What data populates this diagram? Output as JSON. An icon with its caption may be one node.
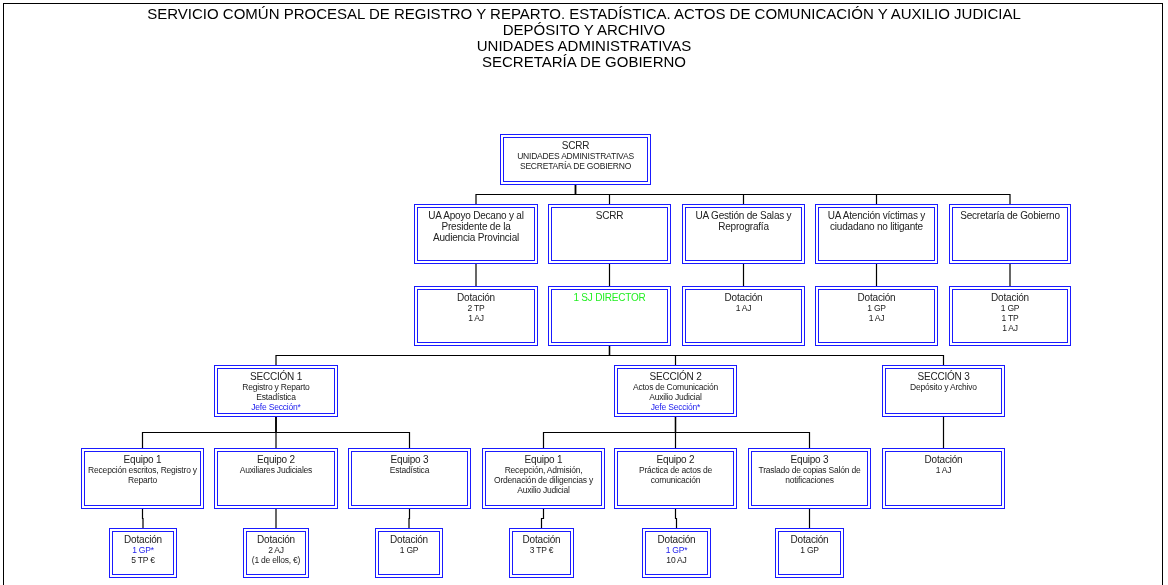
{
  "diagram": {
    "title": "SERVICIO COMÚN PROCESAL DE REGISTRO Y REPARTO. ESTADÍSTICA. ACTOS DE COMUNICACIÓN Y AUXILIO JUDICIAL",
    "labels": [
      "DEPÓSITO Y ARCHIVO",
      "UNIDADES ADMINISTRATIVAS",
      "SECRETARÍA DE GOBIERNO"
    ],
    "nodes": [
      {
        "text": [
          "SCRR",
          "UNIDADES ADMINISTRATIVAS SECRETARÍA DE GOBIERNO"
        ]
      },
      {
        "text": [
          "UA Apoyo Decano y al Presidente de la Audiencia Provincial"
        ]
      },
      {
        "text": [
          "SCRR"
        ]
      },
      {
        "text": [
          "UA Gestión de Salas y Reprografía"
        ]
      },
      {
        "text": [
          "UA Atención víctimas y ciudadano no litigante"
        ]
      },
      {
        "text": [
          "Secretaría de Gobierno"
        ]
      },
      {
        "text": [
          "Dotación",
          "2 TP",
          "1 AJ"
        ]
      },
      {
        "text": [
          "1 SJ DIRECTOR"
        ]
      },
      {
        "text": [
          "Dotación",
          "1 AJ"
        ]
      },
      {
        "text": [
          "Dotación",
          "1 GP",
          "1 AJ"
        ]
      },
      {
        "text": [
          "Dotación",
          "1 GP",
          "1 TP",
          "1 AJ"
        ]
      },
      {
        "text": [
          "SECCIÓN 1",
          "Registro y Reparto Estadística",
          "Jefe Sección*"
        ]
      },
      {
        "text": [
          "SECCIÓN 2",
          "Actos de Comunicación Auxilio Judicial",
          "Jefe Sección*"
        ]
      },
      {
        "text": [
          "SECCIÓN 3",
          "Depósito y Archivo"
        ]
      },
      {
        "text": [
          "Equipo 1",
          "Recepción escritos, Registro y Reparto"
        ]
      },
      {
        "text": [
          "Equipo 2",
          "Auxiliares Judiciales"
        ]
      },
      {
        "text": [
          "Equipo 3",
          "Estadística"
        ]
      },
      {
        "text": [
          "Equipo 1",
          "Recepción, Admisión, Ordenación de diligencias y Auxilio Judicial"
        ]
      },
      {
        "text": [
          "Equipo 2",
          "Práctica de actos de comunicación"
        ]
      },
      {
        "text": [
          "Equipo 3",
          "Traslado de copias Salón de notificaciones"
        ]
      },
      {
        "text": [
          "Dotación",
          "1 AJ"
        ]
      },
      {
        "text": [
          "Dotación",
          "1 GP*",
          "5 TP €"
        ]
      },
      {
        "text": [
          "Dotación",
          "2 AJ",
          "(1 de ellos, €)"
        ]
      },
      {
        "text": [
          "Dotación",
          "1 GP"
        ]
      },
      {
        "text": [
          "Dotación",
          "3 TP €"
        ]
      },
      {
        "text": [
          "Dotación",
          "1 GP*",
          "10 AJ"
        ]
      },
      {
        "text": [
          "Dotación",
          "1 GP"
        ]
      }
    ],
    "edges": [
      {
        "from": 0,
        "to": 1,
        "arrow": "none"
      },
      {
        "from": 0,
        "to": 2,
        "arrow": "none"
      },
      {
        "from": 0,
        "to": 3,
        "arrow": "none"
      },
      {
        "from": 0,
        "to": 4,
        "arrow": "none"
      },
      {
        "from": 0,
        "to": 5,
        "arrow": "none"
      },
      {
        "from": 1,
        "to": 6,
        "arrow": "none"
      },
      {
        "from": 2,
        "to": 7,
        "arrow": "none"
      },
      {
        "from": 3,
        "to": 8,
        "arrow": "none"
      },
      {
        "from": 4,
        "to": 9,
        "arrow": "none"
      },
      {
        "from": 5,
        "to": 10,
        "arrow": "none"
      },
      {
        "from": 7,
        "to": 11,
        "arrow": "none"
      },
      {
        "from": 7,
        "to": 12,
        "arrow": "none"
      },
      {
        "from": 7,
        "to": 13,
        "arrow": "none"
      },
      {
        "from": 11,
        "to": 14,
        "arrow": "none"
      },
      {
        "from": 11,
        "to": 15,
        "arrow": "none"
      },
      {
        "from": 11,
        "to": 16,
        "arrow": "none"
      },
      {
        "from": 12,
        "to": 17,
        "arrow": "none"
      },
      {
        "from": 12,
        "to": 18,
        "arrow": "none"
      },
      {
        "from": 12,
        "to": 19,
        "arrow": "none"
      },
      {
        "from": 13,
        "to": 20,
        "arrow": "none"
      },
      {
        "from": 14,
        "to": 21,
        "arrow": "none"
      },
      {
        "from": 15,
        "to": 22,
        "arrow": "none"
      },
      {
        "from": 16,
        "to": 23,
        "arrow": "none"
      },
      {
        "from": 17,
        "to": 24,
        "arrow": "none"
      },
      {
        "from": 18,
        "to": 25,
        "arrow": "none"
      },
      {
        "from": 19,
        "to": 26,
        "arrow": "none"
      }
    ]
  }
}
